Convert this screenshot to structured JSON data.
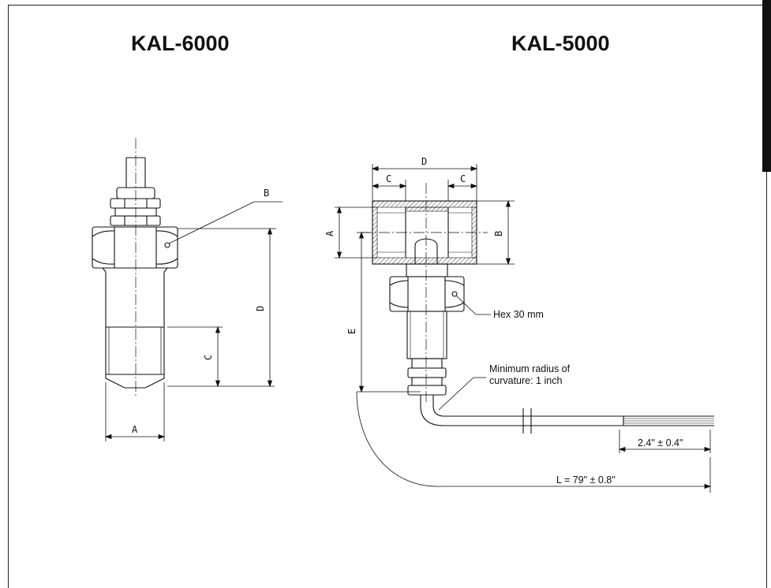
{
  "titles": {
    "left": "KAL-6000",
    "right": "KAL-5000"
  },
  "kal6000": {
    "labels": {
      "a": "A",
      "b": "B",
      "c": "C",
      "d": "D"
    }
  },
  "kal5000": {
    "labels": {
      "a": "A",
      "b": "B",
      "c_left": "C",
      "c_right": "C",
      "d": "D",
      "e": "E"
    },
    "notes": {
      "hex": "Hex 30 mm",
      "radius_line1": "Minimum radius of",
      "radius_line2": "curvature: 1 inch",
      "wire_length": "2.4\" ± 0.4\"",
      "total_length": "L = 79\" ± 0.8\""
    }
  },
  "colors": {
    "line": "#111111",
    "background": "#ffffff"
  }
}
